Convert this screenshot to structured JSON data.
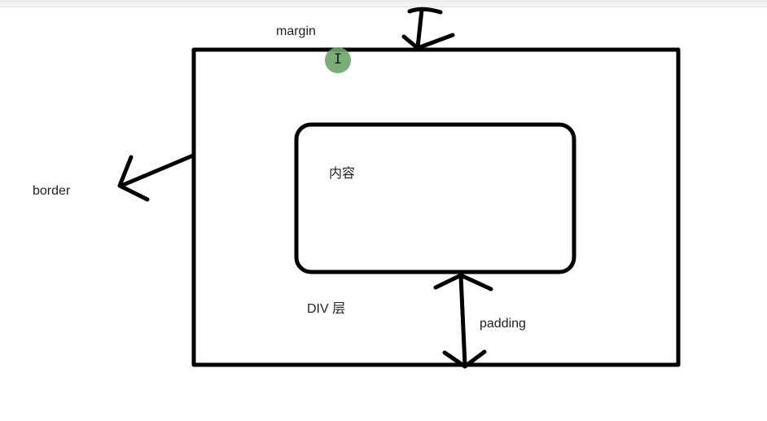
{
  "labels": {
    "margin": "margin",
    "border": "border",
    "content": "内容",
    "div_layer": "DIV 层",
    "padding": "padding"
  },
  "cursor": {
    "glyph": "I",
    "icon": "text-cursor-icon",
    "highlight_color": "#6aa56a"
  },
  "colors": {
    "stroke": "#000000",
    "text": "#222222"
  }
}
